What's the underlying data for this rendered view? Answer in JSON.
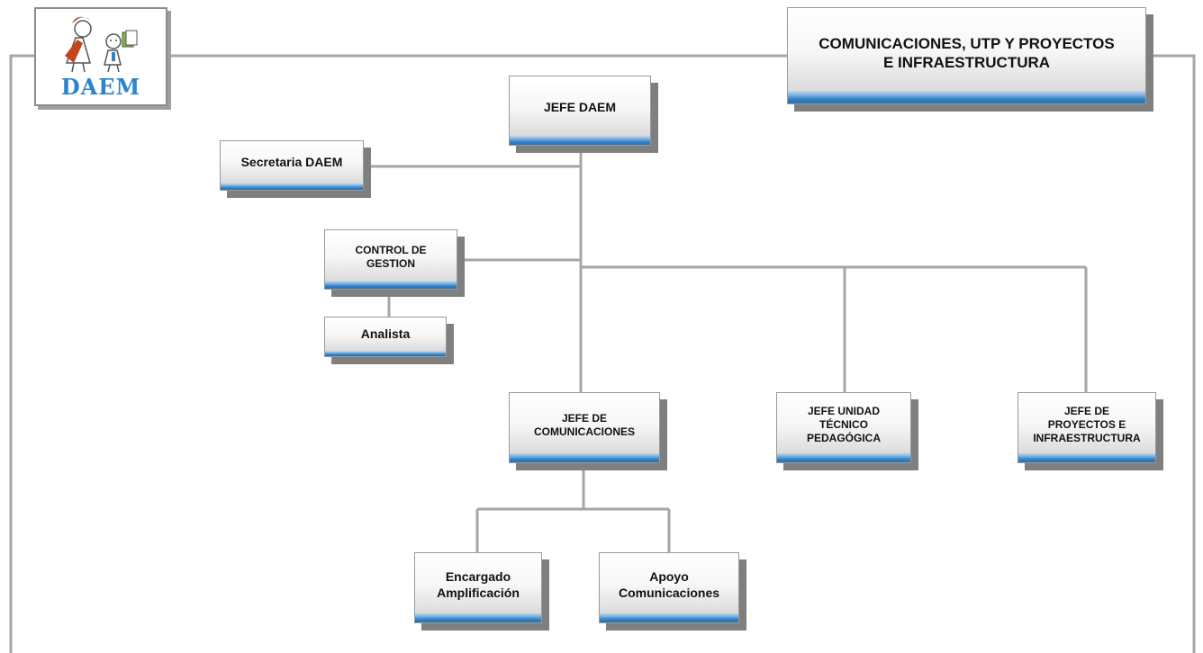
{
  "logo": {
    "text": "DAEM",
    "icon": "children-reading-illustration"
  },
  "header": {
    "title": "COMUNICACIONES, UTP Y PROYECTOS\nE INFRAESTRUCTURA"
  },
  "nodes": {
    "jefe_daem": "JEFE DAEM",
    "secretaria": "Secretaria DAEM",
    "control_gestion": "CONTROL DE\nGESTION",
    "analista": "Analista",
    "jefe_comunicaciones": "JEFE DE\nCOMUNICACIONES",
    "jefe_utp": "JEFE  UNIDAD\nTÉCNICO\nPEDAGÓGICA",
    "jefe_proyectos": "JEFE DE\nPROYECTOS E\nINFRAESTRUCTURA",
    "encargado_amplificacion": "Encargado\nAmplificación",
    "apoyo_comunicaciones": "Apoyo\nComunicaciones"
  },
  "colors": {
    "connector": "#a6a6a6",
    "box_accent": "#2f7fc4",
    "shadow": "#7f7f7f",
    "logo_text": "#2c84c9"
  }
}
